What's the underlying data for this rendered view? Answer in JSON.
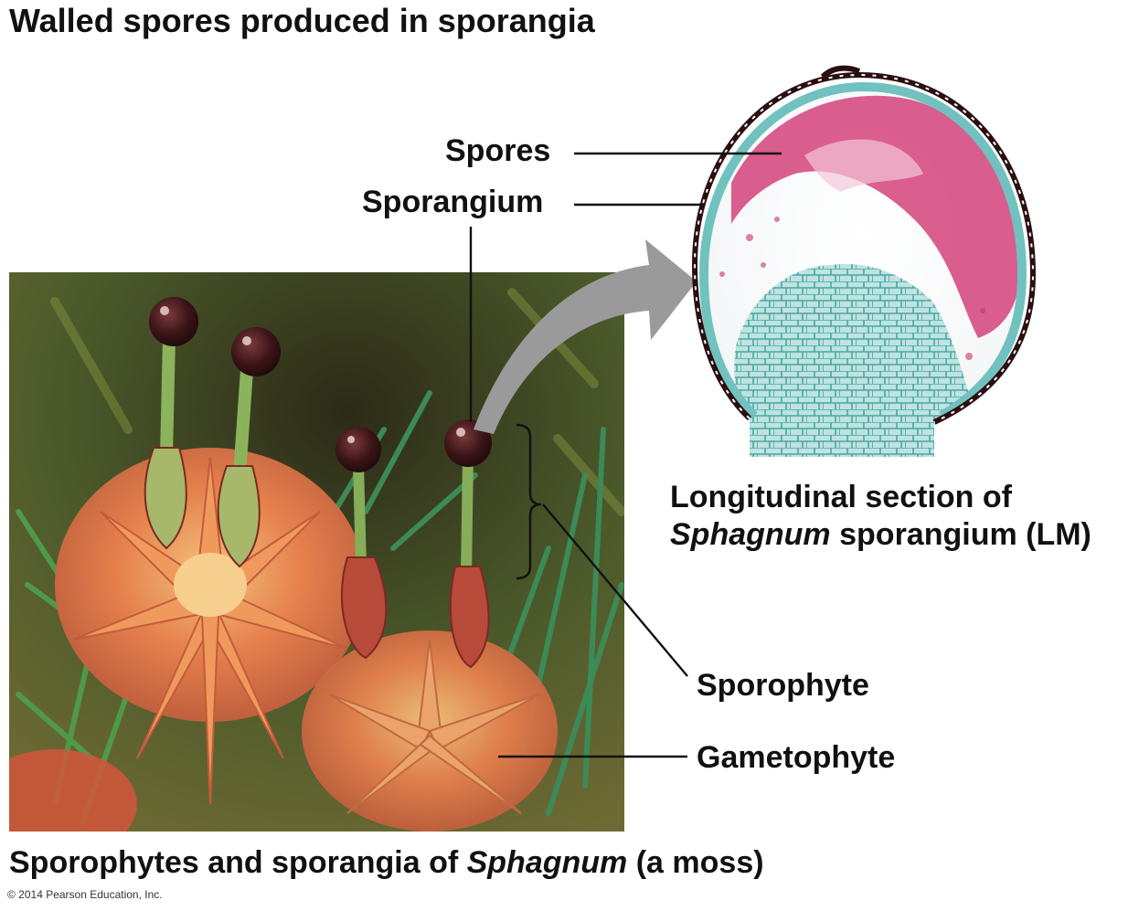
{
  "title": "Walled spores produced in sporangia",
  "labels": {
    "spores": "Spores",
    "sporangium": "Sporangium",
    "sporophyte": "Sporophyte",
    "gametophyte": "Gametophyte"
  },
  "captions": {
    "micrograph_line1": "Longitudinal section of",
    "micrograph_line2_italic": "Sphagnum",
    "micrograph_line2_rest": " sporangium (LM)",
    "photo_prefix": "Sporophytes and sporangia of ",
    "photo_italic": "Sphagnum",
    "photo_suffix": " (a moss)"
  },
  "copyright": "© 2014 Pearson Education, Inc.",
  "colors": {
    "text": "#111111",
    "arrow": "#9a9a9a",
    "spores": "#c8396a",
    "tissue": "#5fb7b5",
    "capsule": "#3a1416",
    "moss_green": "#4f8a3a",
    "moss_orange": "#e07a4a"
  }
}
